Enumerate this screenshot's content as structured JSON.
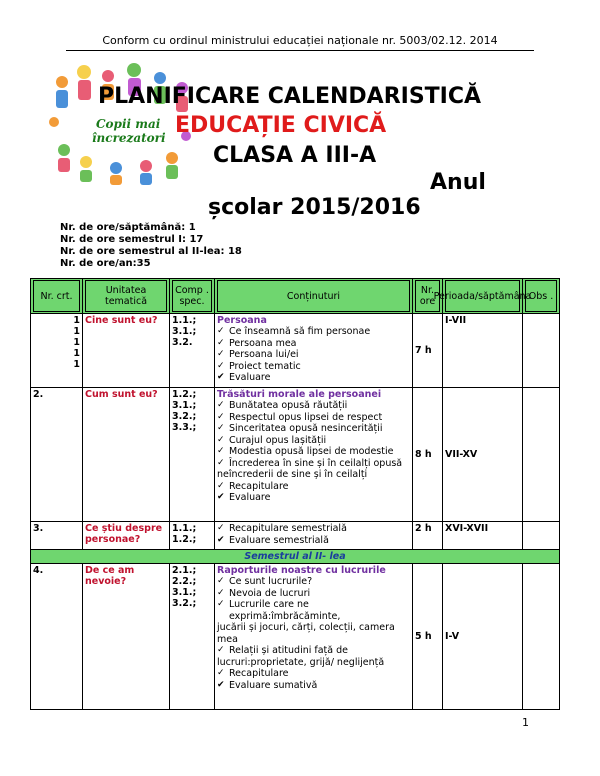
{
  "header": {
    "note": "Conform cu ordinul ministrului educației naționale nr. 5003/02.12. 2014"
  },
  "logo": {
    "line1": "Copii mai",
    "line2": "încrezatori"
  },
  "titles": {
    "line1": "PLANIFICARE CALENDARISTICĂ",
    "line2": "EDUCAȚIE CIVICĂ",
    "line3": "CLASA A III-A",
    "year_word": "Anul",
    "year": "școlar 2015/2016"
  },
  "meta": {
    "week": "Nr. de ore/săptămână: 1",
    "sem1": "Nr. de ore semestrul I: 17",
    "sem2": "Nr. de ore semestrul al II-lea: 18",
    "year": "Nr. de ore/an:35"
  },
  "table": {
    "headers": {
      "nr": "Nr. crt.",
      "unit": "Unitatea tematică",
      "comp": "Comp . spec.",
      "content": "Conținuturi",
      "hours": "Nr. ore",
      "period": "Perioada/săptămâna",
      "obs": "Obs ."
    },
    "rows": [
      {
        "nr_lines": [
          "1",
          "1",
          "1",
          "1",
          "1"
        ],
        "unit": "Cine sunt eu?",
        "comp": [
          "1.1.;",
          "3.1.;",
          "3.2."
        ],
        "section": "Persoana",
        "items": [
          "Ce înseamnă să fim personae",
          "Persoana mea",
          "Persoana lui/ei",
          "Proiect tematic",
          "Evaluare"
        ],
        "hours": "7 h",
        "period": "I-VII"
      },
      {
        "nr": "2.",
        "unit": "Cum sunt eu?",
        "comp": [
          "1.2.;",
          "3.1.;",
          "3.2.;",
          "3.3.;"
        ],
        "section": "Trăsături morale ale persoanei",
        "items": [
          "Bunătatea opusă răutății",
          "Respectul opus lipsei de respect",
          "Sinceritatea opusă nesincerității",
          "Curajul opus lașității",
          "Modestia opusă lipsei de modestie",
          "Încrederea în sine și în ceilalți opusă"
        ],
        "extra": "neîncrederii de sine și în ceilalți",
        "items2": [
          "Recapitulare",
          "Evaluare"
        ],
        "hours": "8 h",
        "period": "VII-XV"
      },
      {
        "nr": "3.",
        "unit": "Ce știu despre personae?",
        "comp": [
          "1.1.;",
          "1.2.;"
        ],
        "items": [
          "Recapitulare semestrială",
          "Evaluare semestrială"
        ],
        "hours": "2 h",
        "period": "XVI-XVII"
      },
      {
        "nr": "4.",
        "unit": "De ce am nevoie?",
        "comp": [
          "2.1.;",
          "2.2.;",
          "3.1.;",
          "3.2.;"
        ],
        "section": "Raporturile noastre cu lucrurile",
        "items": [
          "Ce sunt lucrurile?",
          "Nevoia de lucruri",
          "Lucrurile care ne"
        ],
        "wrap1": "exprimă:îmbrăcăminte,",
        "extra": "jucării și jocuri, cărți, colecții, camera mea",
        "items2": [
          "Relații și atitudini față de"
        ],
        "extra2": "lucruri:proprietate, grijă/ neglijență",
        "items3": [
          "Recapitulare",
          "Evaluare sumativă"
        ],
        "hours": "5 h",
        "period": "I-V"
      }
    ],
    "semester2": "Semestrul al II- lea"
  },
  "footer": {
    "page": "1"
  },
  "colors": {
    "header_bg": "#6fd66f",
    "unit_red": "#c0122e",
    "section_purple": "#7030a0",
    "title_red": "#e01b1b"
  }
}
